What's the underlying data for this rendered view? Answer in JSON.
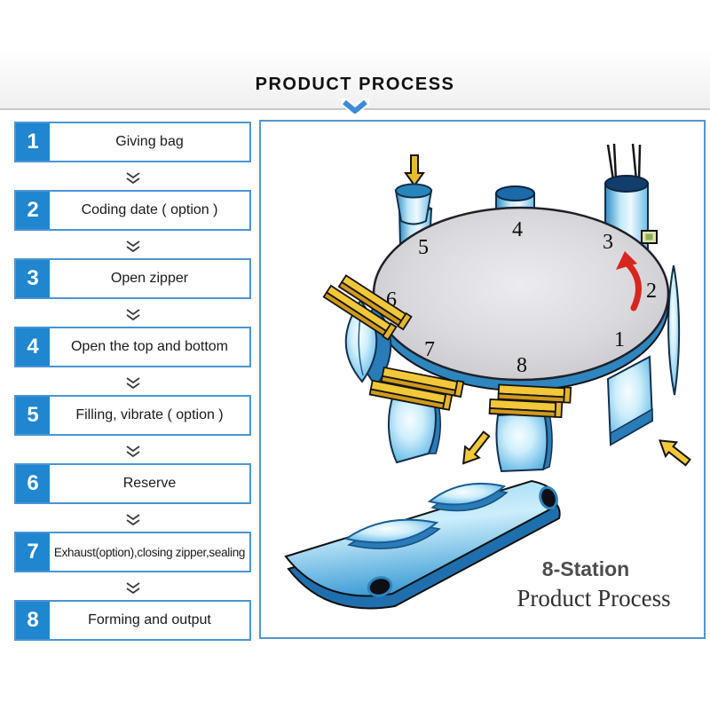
{
  "header": {
    "title": "PRODUCT PROCESS"
  },
  "steps": [
    {
      "num": "1",
      "label": "Giving bag"
    },
    {
      "num": "2",
      "label": "Coding date ( option )"
    },
    {
      "num": "3",
      "label": "Open zipper"
    },
    {
      "num": "4",
      "label": "Open the top and bottom"
    },
    {
      "num": "5",
      "label": "Filling, vibrate ( option )"
    },
    {
      "num": "6",
      "label": "Reserve"
    },
    {
      "num": "7",
      "label": "Exhaust(option),closing zipper,sealing"
    },
    {
      "num": "8",
      "label": "Forming and output"
    }
  ],
  "diagram": {
    "stations": [
      "1",
      "2",
      "3",
      "4",
      "5",
      "6",
      "7",
      "8"
    ],
    "caption_line1": "8-Station",
    "caption_line2": "Product Process"
  },
  "colors": {
    "accent_blue": "#1f86cf",
    "box_border": "#4a94d4",
    "panel_border": "#5494cc",
    "clamp_yellow": "#f3c838",
    "rotation_arrow_red": "#d8251d",
    "table_gray": "#d8d8dc",
    "machine_blue": "#6cbde6"
  }
}
